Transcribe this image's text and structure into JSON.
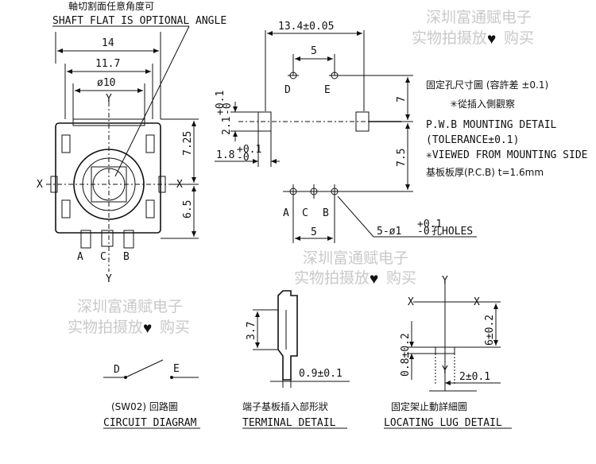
{
  "notes": {
    "shaft_flat_cn": "軸切割面任意角度可",
    "shaft_flat_en": "SHAFT FLAT IS OPTIONAL ANGLE"
  },
  "watermark": {
    "line1": "深圳富通赋电子",
    "line2_pre": "实物拍摄放",
    "line2_post": "购买"
  },
  "front_view": {
    "dim_width": "14",
    "dim_inner": "11.7",
    "dim_diameter": "ø10",
    "dim_upper": "7.25",
    "dim_lower": "6.5",
    "axis_x": "X",
    "axis_y": "Y",
    "pins": [
      "A",
      "C",
      "B"
    ]
  },
  "pcb_layout": {
    "dim_top": "13.4±0.05",
    "dim_de": "5",
    "dim_abc": "5",
    "dim_v_top": "7",
    "dim_v_bottom": "7.5",
    "dim_slot_w": "2.1",
    "dim_slot_w_tol_plus": "+0.1",
    "dim_slot_w_tol_minus": "-0",
    "dim_slot_h": "1.8",
    "dim_slot_h_tol_plus": "+0.1",
    "dim_slot_h_tol_minus": "-0",
    "pins_top": [
      "D",
      "E"
    ],
    "pins_bottom": [
      "A",
      "C",
      "B"
    ],
    "holes_prefix": "5-ø1",
    "holes_tol_plus": "+0.1",
    "holes_tol_minus": "-0",
    "holes_suffix": "孔HOLES",
    "note_lines": [
      "固定孔尺寸圖 (容許差 ±0.1)",
      "✳從插入側觀察",
      "P.W.B MOUNTING DETAIL",
      "(TOLERANCE±0.1)",
      "✳VIEWED FROM MOUNTING SIDE",
      "基板板厚(P.C.B) t=1.6mm"
    ]
  },
  "circuit": {
    "pin_d": "D",
    "pin_e": "E",
    "title_cn": "(SW02) 回路圖",
    "title_en": "CIRCUIT DIAGRAM"
  },
  "terminal": {
    "dim_h": "3.7",
    "dim_w": "0.9±0.1",
    "title_cn": "端子基板插入部形狀",
    "title_en": "TERMINAL DETAIL"
  },
  "lug": {
    "axis_x": "X",
    "axis_y": "Y",
    "dim_h": "6±0.2",
    "dim_lug": "0.8±0.2",
    "dim_w": "2±0.1",
    "title_cn": "固定架止動詳細圖",
    "title_en": "LOCATING LUG DETAIL"
  }
}
